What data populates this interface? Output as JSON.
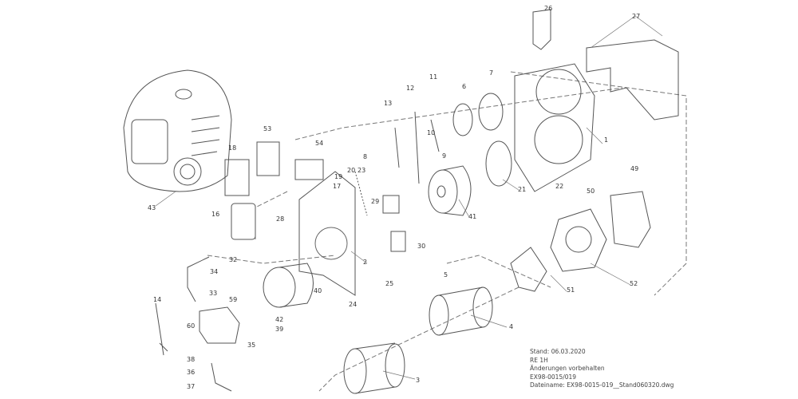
{
  "drawing": {
    "part_numbers": [
      "1",
      "2",
      "3",
      "4",
      "5",
      "6",
      "7",
      "8",
      "9",
      "10",
      "11",
      "12",
      "13",
      "14",
      "16",
      "17",
      "18",
      "19",
      "20",
      "21",
      "22",
      "23",
      "24",
      "25",
      "26",
      "27",
      "28",
      "29",
      "30",
      "32",
      "33",
      "34",
      "35",
      "36",
      "37",
      "38",
      "39",
      "40",
      "41",
      "42",
      "43",
      "49",
      "50",
      "51",
      "52",
      "53",
      "54",
      "59",
      "60"
    ]
  },
  "title_block": {
    "stand": "Stand: 06.03.2020",
    "model": "RE 1H",
    "note": "Änderungen vorbehalten",
    "drawing_number": "EX98-0015/019",
    "filename": "Dateiname: EX98-0015-019__Stand060320.dwg"
  }
}
